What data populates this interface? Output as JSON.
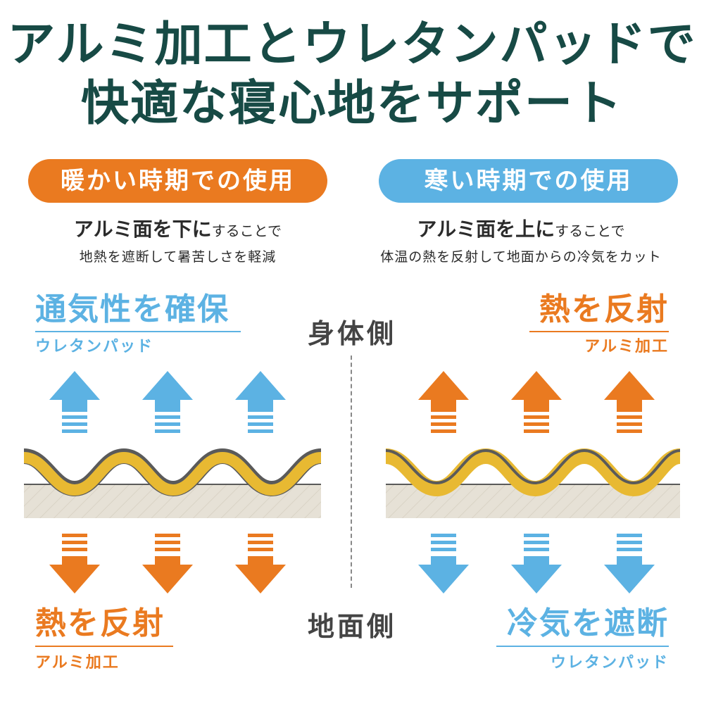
{
  "title": {
    "line1": "アルミ加工とウレタンパッドで",
    "line2": "快適な寝心地をサポート"
  },
  "warm": {
    "pill": "暖かい時期での使用",
    "desc_bold": "アルミ面を下に",
    "desc_small": "することで",
    "desc_line2": "地熱を遮断して暑苦しさを軽減",
    "top_heading": "通気性を確保",
    "top_sub": "ウレタンパッド",
    "bottom_heading": "熱を反射",
    "bottom_sub": "アルミ加工"
  },
  "cold": {
    "pill": "寒い時期での使用",
    "desc_bold": "アルミ面を上に",
    "desc_small": "することで",
    "desc_line2": "体温の熱を反射して地面からの冷気をカット",
    "top_heading": "熱を反射",
    "top_sub": "アルミ加工",
    "bottom_heading": "冷気を遮断",
    "bottom_sub": "ウレタンパッド"
  },
  "center": {
    "top": "身体側",
    "bottom": "地面側"
  },
  "colors": {
    "title": "#174a45",
    "orange": "#ea7a20",
    "blue": "#5cb2e3",
    "yellow": "#e8b932",
    "gray_line": "#5a5a5a",
    "ground": "#e6e1d6"
  },
  "icons": [
    "arrow-up-icon",
    "arrow-down-icon"
  ]
}
